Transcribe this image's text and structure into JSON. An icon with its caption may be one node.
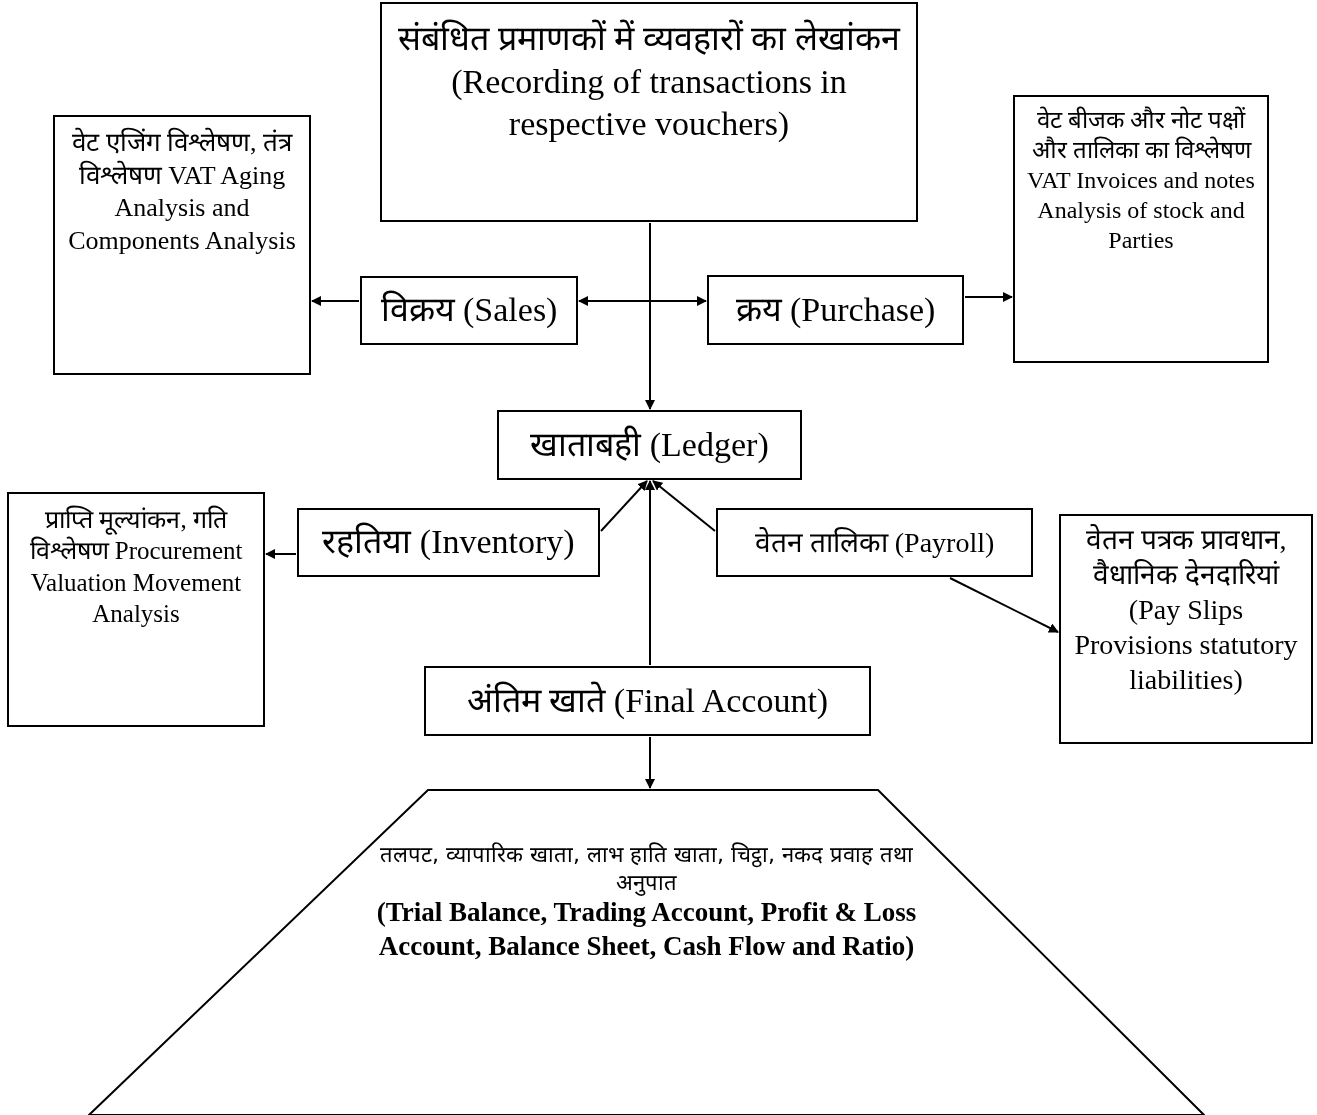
{
  "diagram": {
    "nodes": [
      {
        "text": [
          "संबंधित प्रमाणकों में व्यवहारों का लेखांकन (Recording of transactions in respective vouchers)"
        ]
      },
      {
        "text": [
          "वेट एजिंग विश्लेषण, तंत्र विश्लेषण VAT Aging Analysis and Components Analysis"
        ]
      },
      {
        "text": [
          "विक्रय (Sales)"
        ]
      },
      {
        "text": [
          "क्रय (Purchase)"
        ]
      },
      {
        "text": [
          "वेट बीजक और नोट पक्षों और तालिका का विश्लेषण VAT Invoices and notes Analysis of stock and Parties"
        ]
      },
      {
        "text": [
          "खाताबही (Ledger)"
        ]
      },
      {
        "text": [
          "रहतिया (Inventory)"
        ]
      },
      {
        "text": [
          "प्राप्ति मूल्यांकन, गति विश्लेषण Procurement Valuation Movement Analysis"
        ]
      },
      {
        "text": [
          "वेतन तालिका (Payroll)"
        ]
      },
      {
        "text": [
          "वेतन पत्रक प्रावधान, वैधानिक देनदारियां (Pay Slips Provisions statutory liabilities)"
        ]
      },
      {
        "text": [
          "अंतिम खाते (Final Account)"
        ]
      },
      {
        "text": [
          "तलपट, व्यापारिक खाता, लाभ हाति खाता, चिट्ठा, नकद प्रवाह तथा अनुपात",
          "(Trial Balance, Trading Account, Profit & Loss Account, Balance Sheet, Cash Flow and Ratio)"
        ]
      }
    ],
    "edges": [
      {
        "from": 0,
        "to": 5,
        "arrow": "to"
      },
      {
        "from": 0,
        "to": 2,
        "arrow": "to"
      },
      {
        "from": 0,
        "to": 3,
        "arrow": "to"
      },
      {
        "from": 2,
        "to": 1,
        "arrow": "to"
      },
      {
        "from": 3,
        "to": 4,
        "arrow": "to"
      },
      {
        "from": 6,
        "to": 5,
        "arrow": "to"
      },
      {
        "from": 8,
        "to": 5,
        "arrow": "to"
      },
      {
        "from": 10,
        "to": 5,
        "arrow": "to"
      },
      {
        "from": 6,
        "to": 7,
        "arrow": "to"
      },
      {
        "from": 8,
        "to": 9,
        "arrow": "to"
      },
      {
        "from": 10,
        "to": 11,
        "arrow": "to"
      }
    ]
  }
}
